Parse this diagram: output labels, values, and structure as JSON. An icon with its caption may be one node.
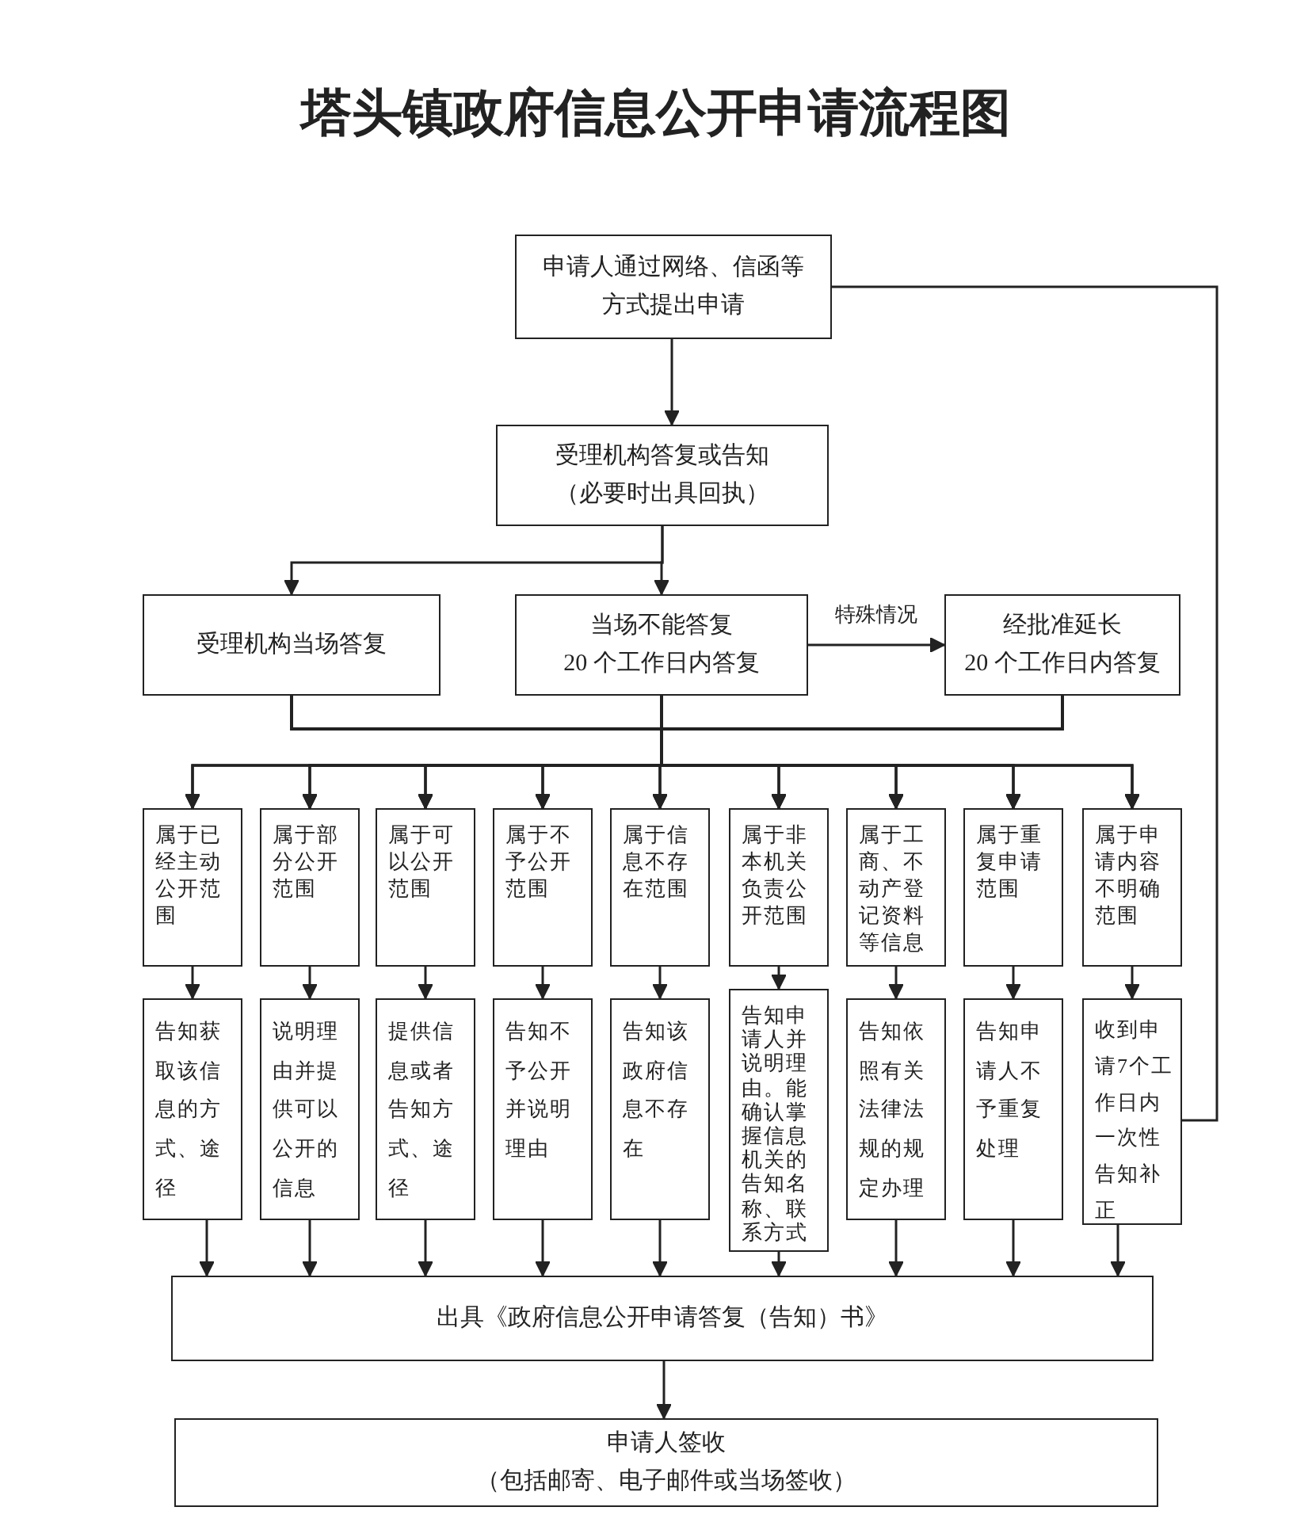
{
  "diagram": {
    "title": "塔头镇政府信息公开申请流程图",
    "nodes": [
      {
        "text": [
          "申请人通过网络、信函等方式提出申请"
        ]
      },
      {
        "text": [
          "受理机构答复或告知",
          "（必要时出具回执）"
        ]
      },
      {
        "text": [
          "受理机构当场答复"
        ]
      },
      {
        "text": [
          "当场不能答复",
          "20 个工作日内答复"
        ]
      },
      {
        "text": [
          "经批准延长",
          "20 个工作日内答复"
        ]
      },
      {
        "text": [
          "属于已经主动公开范围"
        ]
      },
      {
        "text": [
          "属于部分公开范围"
        ]
      },
      {
        "text": [
          "属于可以公开范围"
        ]
      },
      {
        "text": [
          "属于不予公开范围"
        ]
      },
      {
        "text": [
          "属于信息不存在范围"
        ]
      },
      {
        "text": [
          "属于非本机关负责公开范围"
        ]
      },
      {
        "text": [
          "属于工商、不动产登记资料等信息"
        ]
      },
      {
        "text": [
          "属于重复申请范围"
        ]
      },
      {
        "text": [
          "属于申请内容不明确范围"
        ]
      },
      {
        "text": [
          "告知获取该信息的方式、途径"
        ]
      },
      {
        "text": [
          "说明理由并提供可以公开的信息"
        ]
      },
      {
        "text": [
          "提供信息或者告知方式、途径"
        ]
      },
      {
        "text": [
          "告知不予公开并说明理由"
        ]
      },
      {
        "text": [
          "告知该政府信息不存在"
        ]
      },
      {
        "text": [
          "告知申请人并说明理由。能确认掌握信息机关的告知名称、联系方式"
        ]
      },
      {
        "text": [
          "告知依照有关法律法规的规定办理"
        ]
      },
      {
        "text": [
          "告知申请人不予重复处理"
        ]
      },
      {
        "text": [
          "收到申请7个工作日内一次性告知补正"
        ]
      },
      {
        "text": [
          "出具《政府信息公开申请答复（告知）书》"
        ]
      },
      {
        "text": [
          "申请人签收",
          "（包括邮寄、电子邮件或当场签收）"
        ]
      }
    ],
    "edges": [
      {
        "from": 0,
        "to": 1,
        "arrow": "to"
      },
      {
        "from": 1,
        "to": 2,
        "arrow": "to"
      },
      {
        "from": 1,
        "to": 3,
        "arrow": "to"
      },
      {
        "from": 3,
        "to": 4,
        "arrow": "to",
        "label": "特殊情况"
      },
      {
        "from": 0,
        "to": 22,
        "arrow": "none"
      },
      {
        "from": 2,
        "to": 5,
        "arrow": "to"
      },
      {
        "from": 2,
        "to": 6,
        "arrow": "to"
      },
      {
        "from": 2,
        "to": 7,
        "arrow": "to"
      },
      {
        "from": 2,
        "to": 8,
        "arrow": "to"
      },
      {
        "from": 2,
        "to": 9,
        "arrow": "to"
      },
      {
        "from": 2,
        "to": 10,
        "arrow": "to"
      },
      {
        "from": 2,
        "to": 11,
        "arrow": "to"
      },
      {
        "from": 2,
        "to": 12,
        "arrow": "to"
      },
      {
        "from": 2,
        "to": 13,
        "arrow": "to"
      },
      {
        "from": 3,
        "to": 5,
        "arrow": "to"
      },
      {
        "from": 3,
        "to": 6,
        "arrow": "to"
      },
      {
        "from": 3,
        "to": 7,
        "arrow": "to"
      },
      {
        "from": 3,
        "to": 8,
        "arrow": "to"
      },
      {
        "from": 3,
        "to": 9,
        "arrow": "to"
      },
      {
        "from": 3,
        "to": 10,
        "arrow": "to"
      },
      {
        "from": 3,
        "to": 11,
        "arrow": "to"
      },
      {
        "from": 3,
        "to": 12,
        "arrow": "to"
      },
      {
        "from": 3,
        "to": 13,
        "arrow": "to"
      },
      {
        "from": 4,
        "to": 5,
        "arrow": "to"
      },
      {
        "from": 4,
        "to": 6,
        "arrow": "to"
      },
      {
        "from": 4,
        "to": 7,
        "arrow": "to"
      },
      {
        "from": 4,
        "to": 8,
        "arrow": "to"
      },
      {
        "from": 4,
        "to": 9,
        "arrow": "to"
      },
      {
        "from": 4,
        "to": 10,
        "arrow": "to"
      },
      {
        "from": 4,
        "to": 11,
        "arrow": "to"
      },
      {
        "from": 4,
        "to": 12,
        "arrow": "to"
      },
      {
        "from": 4,
        "to": 13,
        "arrow": "to"
      },
      {
        "from": 5,
        "to": 14,
        "arrow": "to"
      },
      {
        "from": 6,
        "to": 15,
        "arrow": "to"
      },
      {
        "from": 7,
        "to": 16,
        "arrow": "to"
      },
      {
        "from": 8,
        "to": 17,
        "arrow": "to"
      },
      {
        "from": 9,
        "to": 18,
        "arrow": "to"
      },
      {
        "from": 10,
        "to": 19,
        "arrow": "to"
      },
      {
        "from": 11,
        "to": 20,
        "arrow": "to"
      },
      {
        "from": 12,
        "to": 21,
        "arrow": "to"
      },
      {
        "from": 13,
        "to": 22,
        "arrow": "to"
      },
      {
        "from": 14,
        "to": 23,
        "arrow": "to"
      },
      {
        "from": 15,
        "to": 23,
        "arrow": "to"
      },
      {
        "from": 16,
        "to": 23,
        "arrow": "to"
      },
      {
        "from": 17,
        "to": 23,
        "arrow": "to"
      },
      {
        "from": 18,
        "to": 23,
        "arrow": "to"
      },
      {
        "from": 19,
        "to": 23,
        "arrow": "to"
      },
      {
        "from": 20,
        "to": 23,
        "arrow": "to"
      },
      {
        "from": 21,
        "to": 23,
        "arrow": "to"
      },
      {
        "from": 22,
        "to": 23,
        "arrow": "to"
      },
      {
        "from": 23,
        "to": 24,
        "arrow": "to"
      }
    ]
  }
}
